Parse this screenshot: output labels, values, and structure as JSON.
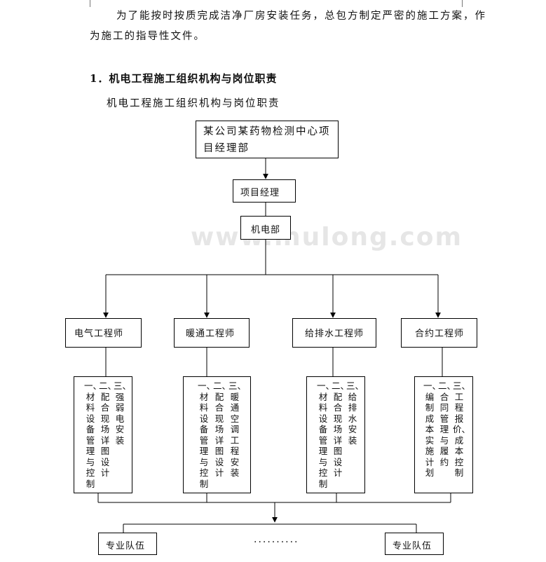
{
  "intro": {
    "line1": "为了能按时按质完成洁净厂房安装任务，总包方制定严密的施工方案，作",
    "line2": "为施工的指导性文件。"
  },
  "section": {
    "heading": "1．机电工程施工组织机构与岗位职责",
    "subheading": "机电工程施工组织机构与岗位职责"
  },
  "watermark": "www.mulong.com",
  "org": {
    "top": "某公司某药物检测中心项目经理部",
    "manager": "项目经理",
    "department": "机电部",
    "engineers": [
      {
        "title": "电气工程师",
        "duties": [
          "一、材料设备管理与控制",
          "二、配合现场详图设计",
          "三、强弱电安装"
        ]
      },
      {
        "title": "暖通工程师",
        "duties": [
          "一、材料设备管理与控制",
          "二、配合现场详图设计",
          "三、暖通空调工程安装"
        ]
      },
      {
        "title": "给排水工程师",
        "duties": [
          "一、材料设备管理与控制",
          "二、配合现场详图设计",
          "三、给排水安装"
        ]
      },
      {
        "title": "合约工程师",
        "duties": [
          "一、编制成本实施计划",
          "二、合同管理与履约",
          "三、工程报价、成本控制"
        ]
      }
    ],
    "teams": [
      "专业队伍",
      "专业队伍"
    ],
    "ellipsis": "··········"
  }
}
